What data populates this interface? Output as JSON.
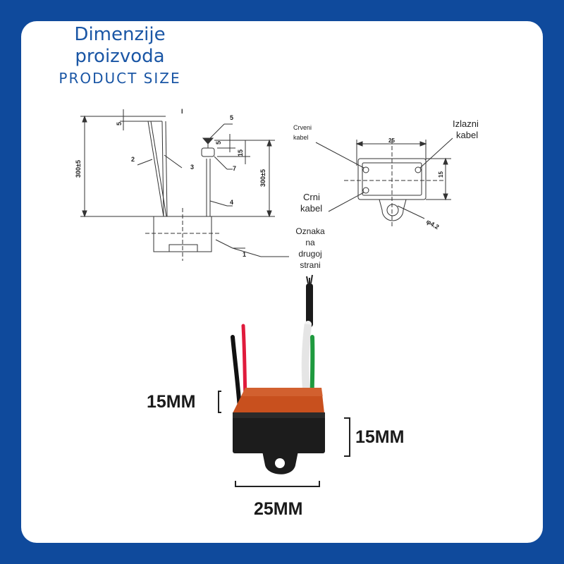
{
  "header": {
    "title_line1": "Dimenzije",
    "title_line2": "proizvoda",
    "subtitle": "PRODUCT SIZE"
  },
  "side_view": {
    "dim_left": "300±5",
    "dim_right": "300±5",
    "dim_top_left": "5",
    "dim_top_right": "5",
    "dim_15": "15",
    "marks": [
      "1",
      "2",
      "3",
      "4",
      "5",
      "7"
    ],
    "top_mark": "I"
  },
  "top_view": {
    "dim_width": "25",
    "dim_height": "15",
    "dim_hole": "φ4.2",
    "label_red_line1": "Crveni",
    "label_red_line2": "kabel",
    "label_output_line1": "Izlazni",
    "label_output_line2": "kabel",
    "label_black_line1": "Crni",
    "label_black_line2": "kabel"
  },
  "marking_note": [
    "Oznaka",
    "na",
    "drugoj",
    "strani"
  ],
  "photo": {
    "dim_top_height": "15MM",
    "dim_side_height": "15MM",
    "dim_width": "25MM"
  },
  "colors": {
    "frame": "#0f4a9c",
    "title": "#1a56a5",
    "body": "#1c1c1c",
    "top_resin": "#c8501e",
    "wire_red": "#e01b3c",
    "wire_green": "#1f9a3f"
  }
}
